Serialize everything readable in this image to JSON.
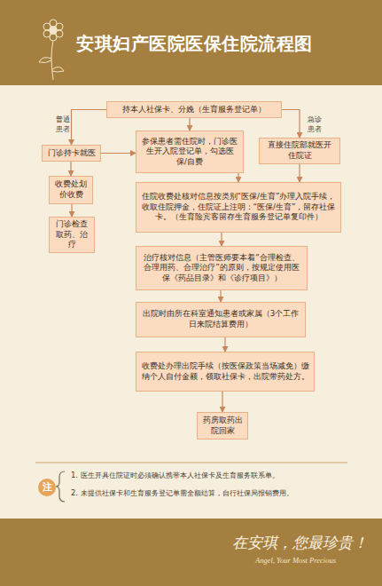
{
  "diagram": {
    "title": "安琪妇产医院医保住院流程图",
    "nodes": [
      {
        "text": [
          "持本人社保卡、分娩（生育服务登记单）"
        ]
      },
      {
        "text": [
          "门诊持卡就医"
        ]
      },
      {
        "text": [
          "参保患者需住院时，门诊医生开入院登记单，勾选医保/自费"
        ]
      },
      {
        "text": [
          "直接住院部就医开住院证"
        ]
      },
      {
        "text": [
          "收费处划价收费"
        ]
      },
      {
        "text": [
          "门诊检查取药、治疗"
        ]
      },
      {
        "text": [
          "住院收费处核对信息按类别“医保/生育”办理入院手续，收取住院押金，住院证上注明：“医保/生育”，留存社保卡。（生育险宾客留存生育服务登记单复印件）"
        ]
      },
      {
        "text": [
          "治疗核对信息（主管医师要本着“合理检查、合理用药、合理治疗”的原则，按规定使用医保《药品目录》和《诊疗项目》）"
        ]
      },
      {
        "text": [
          "出院时由所在科室通知患者或家属（3个工作日来院结算费用）"
        ]
      },
      {
        "text": [
          "收费处办理出院手续（按医保政策当场减免）缴纳个人自付金额，领取社保卡，出院带药处方。"
        ]
      },
      {
        "text": [
          "药房取药出院回家"
        ]
      },
      {
        "text": [
          "注"
        ]
      }
    ],
    "edges": [
      {
        "from": 0,
        "to": 1,
        "label": "普通患者",
        "arrow": "to"
      },
      {
        "from": 0,
        "to": 3,
        "label": "急诊患者",
        "arrow": "to"
      },
      {
        "from": 0,
        "to": 2,
        "arrow": "to"
      },
      {
        "from": 1,
        "to": 2,
        "arrow": "to"
      },
      {
        "from": 1,
        "to": 4,
        "arrow": "to"
      },
      {
        "from": 4,
        "to": 5,
        "arrow": "to"
      },
      {
        "from": 2,
        "to": 6,
        "arrow": "to"
      },
      {
        "from": 3,
        "to": 6,
        "arrow": "to"
      },
      {
        "from": 6,
        "to": 7,
        "arrow": "to"
      },
      {
        "from": 7,
        "to": 8,
        "arrow": "to"
      },
      {
        "from": 8,
        "to": 9,
        "arrow": "to"
      },
      {
        "from": 9,
        "to": 10,
        "arrow": "to"
      }
    ],
    "labels": [
      "1. 医生开具住院证时必须确认携带本人社保卡及生育服务联系单。",
      "2. 未提供社保卡和生育服务登记单需全额结算，自行社保局报销费用。",
      "在安琪，您最珍贵！",
      "Angel, Your Most Precious"
    ]
  }
}
